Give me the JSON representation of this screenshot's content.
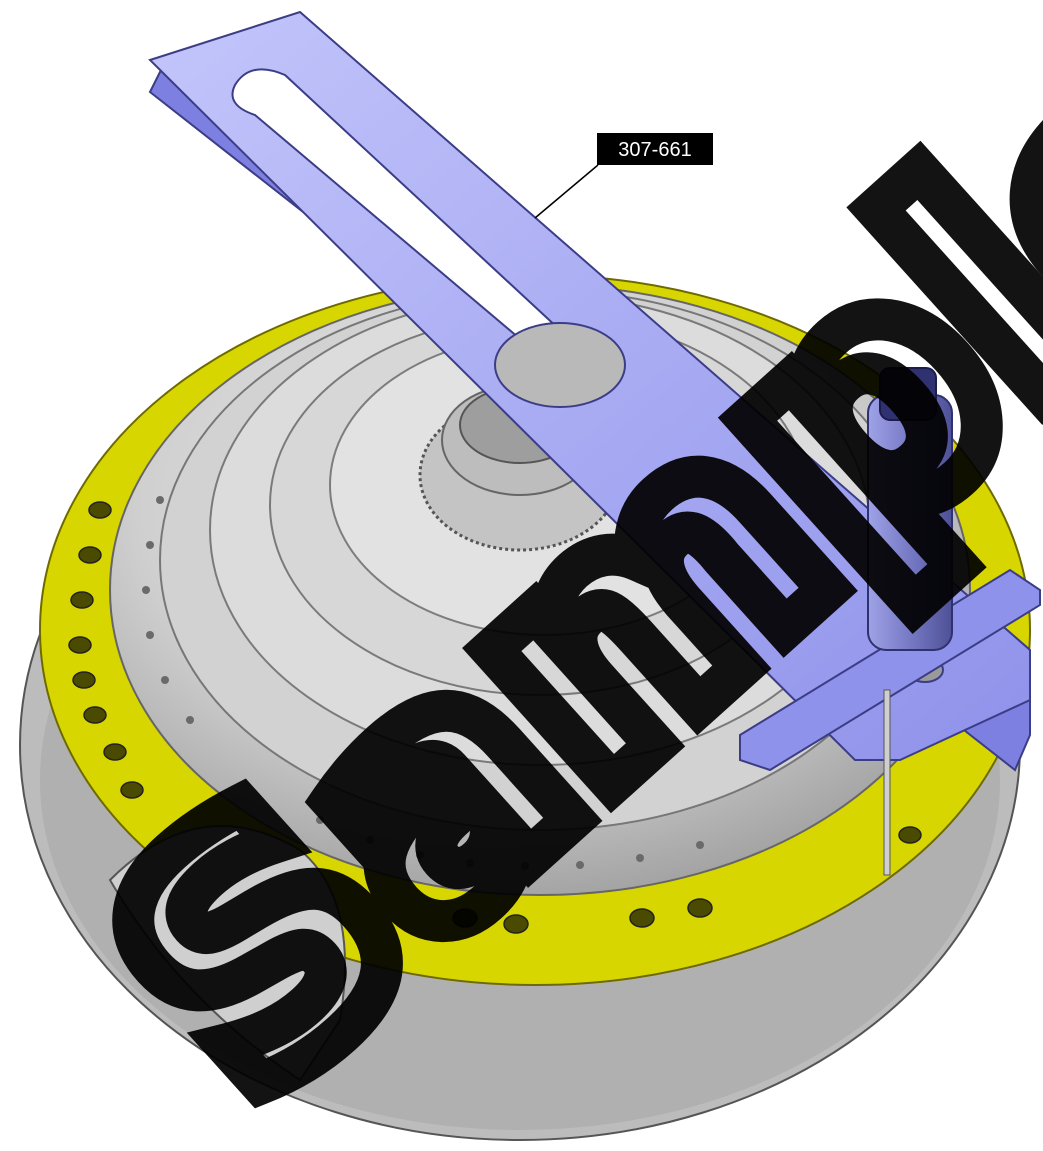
{
  "callout": {
    "label": "307-661"
  },
  "watermark": {
    "text": "Sample"
  },
  "colors": {
    "background": "#ffffff",
    "housing_gray": "#c9c9c9",
    "housing_light": "#e6e6e6",
    "housing_dark": "#8e8e8e",
    "mounting_face_yellow": "#d8d600",
    "tool_blue": "#a9acf2",
    "tool_blue_dark": "#7d80e0",
    "micrometer": "#6d70b8",
    "callout_box": "#000000"
  },
  "icons": [
    "special-tool-bar",
    "depth-micrometer",
    "transmission-housing"
  ]
}
